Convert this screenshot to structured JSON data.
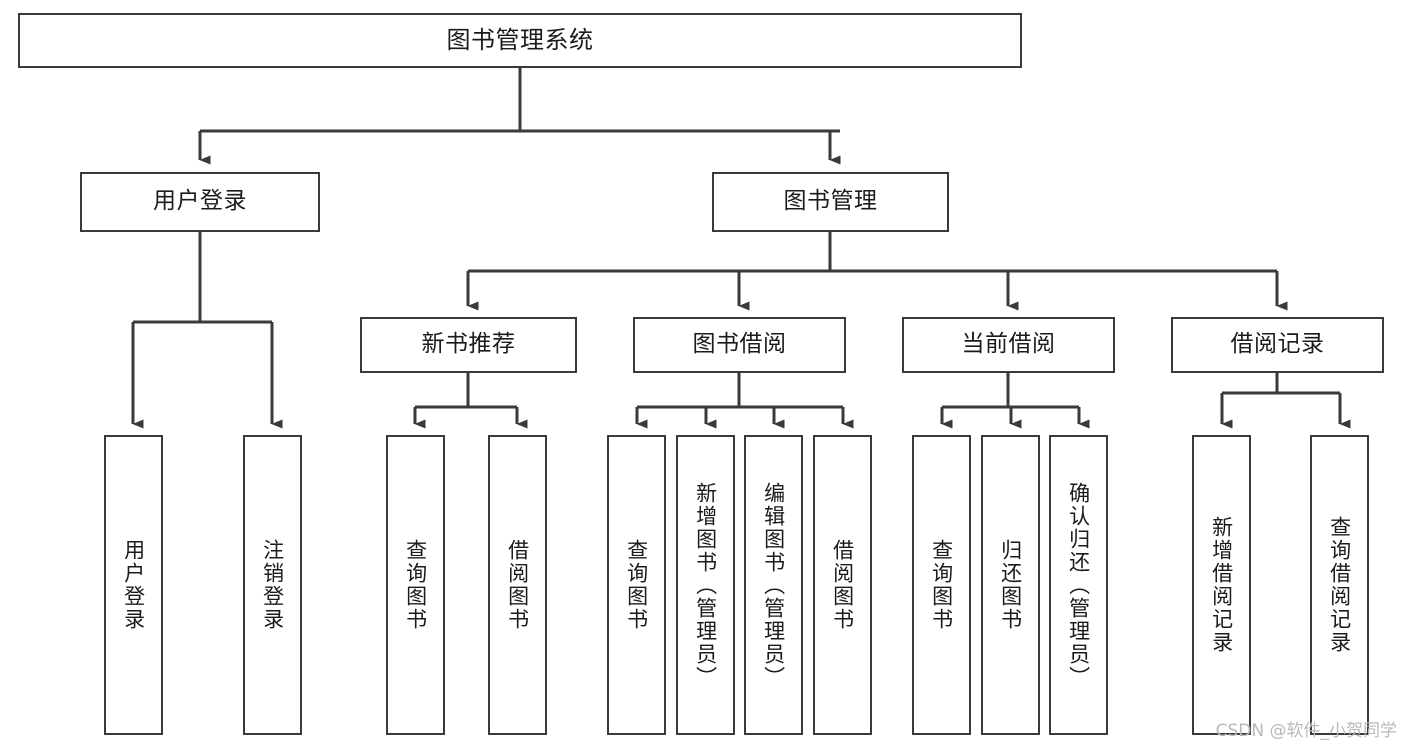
{
  "diagram": {
    "title": "图书管理系统",
    "type": "tree-hierarchy",
    "orientation": "top-down",
    "colors": {
      "box_border": "#3a3a3a",
      "box_fill": "#ffffff",
      "connector": "#3a3a3a",
      "text": "#1b1b1b",
      "background": "#ffffff",
      "watermark": "#b9b9b9"
    },
    "watermark": "CSDN @软件_小贺同学"
  },
  "nodes": {
    "root": {
      "label": "图书管理系统"
    },
    "level1": [
      {
        "label": "用户登录"
      },
      {
        "label": "图书管理"
      }
    ],
    "level2": [
      {
        "label": "新书推荐"
      },
      {
        "label": "图书借阅"
      },
      {
        "label": "当前借阅"
      },
      {
        "label": "借阅记录"
      }
    ],
    "leaves": {
      "user_login": [
        {
          "label": "用户登录"
        },
        {
          "label": "注销登录"
        }
      ],
      "new_book_recommend": [
        {
          "label": "查询图书"
        },
        {
          "label": "借阅图书"
        }
      ],
      "book_borrow": [
        {
          "label": "查询图书"
        },
        {
          "label": "新增图书（管理员）"
        },
        {
          "label": "编辑图书（管理员）"
        },
        {
          "label": "借阅图书"
        }
      ],
      "current_borrow": [
        {
          "label": "查询图书"
        },
        {
          "label": "归还图书"
        },
        {
          "label": "确认归还（管理员）"
        }
      ],
      "borrow_record": [
        {
          "label": "新增借阅记录"
        },
        {
          "label": "查询借阅记录"
        }
      ]
    }
  }
}
